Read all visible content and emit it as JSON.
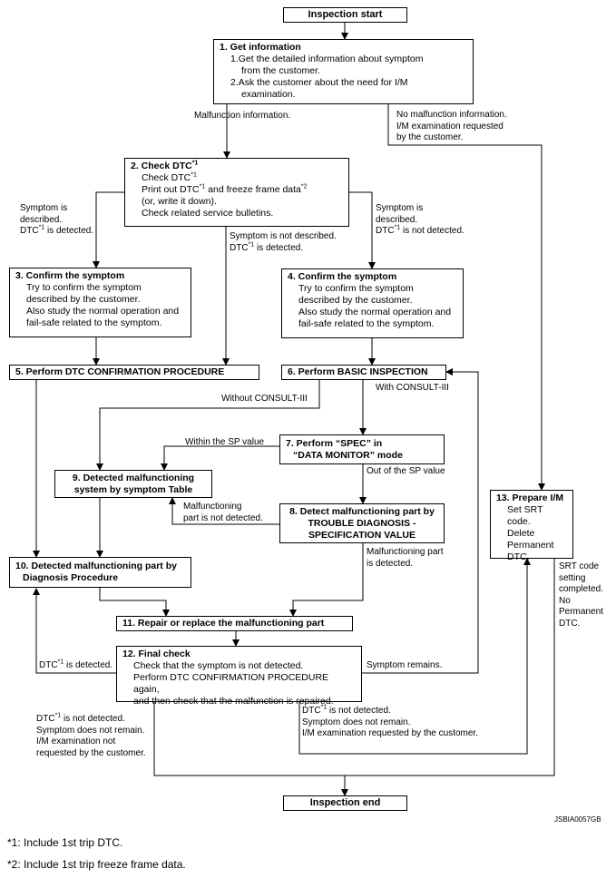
{
  "boxes": {
    "start": "Inspection start",
    "b1": {
      "title": "1. Get information",
      "lines": [
        "1.Get the detailed information about symptom",
        "from the customer.",
        "2.Ask the customer about the need for I/M",
        "examination."
      ]
    },
    "b2": {
      "title": "2. Check DTC",
      "title_sup": "*1",
      "l1": "Check DTC",
      "l1_sup": "*1",
      "l2a": "Print out DTC",
      "l2_sup1": "*1",
      "l2b": " and freeze frame data",
      "l2_sup2": "*2",
      "l3": "(or, write it down).",
      "l4": "Check related service bulletins."
    },
    "b3": {
      "title": "3. Confirm the symptom",
      "lines": [
        "Try to confirm the symptom",
        "described by the customer.",
        "Also study the normal operation and",
        "fail-safe related to the symptom."
      ]
    },
    "b4": {
      "title": "4. Confirm the symptom",
      "lines": [
        "Try to confirm the symptom",
        "described by the customer.",
        "Also study the normal operation and",
        "fail-safe related to the symptom."
      ]
    },
    "b5": "5. Perform DTC CONFIRMATION PROCEDURE",
    "b6": "6. Perform BASIC INSPECTION",
    "b7": {
      "l1": "7. Perform “SPEC” in",
      "l2": "“DATA MONITOR” mode"
    },
    "b8": {
      "l1": "8. Detect malfunctioning part by",
      "l2": "TROUBLE DIAGNOSIS -",
      "l3": "SPECIFICATION VALUE"
    },
    "b9": {
      "l1": "9. Detected malfunctioning",
      "l2": "system by symptom Table"
    },
    "b10": {
      "l1": "10. Detected malfunctioning part by",
      "l2": "Diagnosis Procedure"
    },
    "b11": "11. Repair or replace the malfunctioning part",
    "b12": {
      "title": "12. Final check",
      "lines": [
        "Check that the symptom is not detected.",
        "Perform DTC CONFIRMATION PROCEDURE again,",
        "and then check that the malfunction is repaired."
      ]
    },
    "b13": {
      "title": "13. Prepare I/M",
      "lines": [
        "Set SRT code.",
        "Delete",
        "Permanent",
        "DTC."
      ]
    },
    "end": "Inspection end"
  },
  "labels": {
    "malfunction_info": "Malfunction information.",
    "no_malfunction": [
      "No malfunction information.",
      "I/M examination requested",
      "by the customer."
    ],
    "sym_desc_left": {
      "l1": "Symptom is",
      "l2": "described.",
      "l3a": "DTC",
      "l3_sup": "*1",
      "l3b": " is detected."
    },
    "sym_not_desc": {
      "l1": "Symptom is not described.",
      "l2a": "DTC",
      "l2_sup": "*1",
      "l2b": " is detected."
    },
    "sym_desc_right": {
      "l1": "Symptom is",
      "l2": "described.",
      "l3a": "DTC",
      "l3_sup": "*1",
      "l3b": " is not detected."
    },
    "without_consult": "Without CONSULT-III",
    "with_consult": "With CONSULT-III",
    "within_sp": "Within the SP value",
    "out_sp": "Out of the SP value",
    "not_detected_part": [
      "Malfunctioning",
      "part is not detected."
    ],
    "detected_part": [
      "Malfunctioning part",
      "is detected."
    ],
    "dtc_detected": {
      "a": "DTC",
      "sup": "*1",
      "b": " is detected."
    },
    "symptom_remains": "Symptom remains.",
    "srt": [
      "SRT code",
      "setting",
      "completed.",
      "No",
      "Permanent",
      "DTC."
    ],
    "bottom_left": {
      "l1a": "DTC",
      "l1_sup": "*1",
      "l1b": " is not detected.",
      "l2": "Symptom does not remain.",
      "l3": "I/M examination not",
      "l4": "requested by the customer."
    },
    "bottom_mid": {
      "l1a": "DTC",
      "l1_sup": "*1",
      "l1b": " is not detected.",
      "l2": "Symptom does not remain.",
      "l3": "I/M examination requested by the customer."
    }
  },
  "figure_code": "JSBIA0057GB",
  "footnotes": [
    "*1: Include 1st trip DTC.",
    "*2: Include 1st trip freeze frame data."
  ]
}
